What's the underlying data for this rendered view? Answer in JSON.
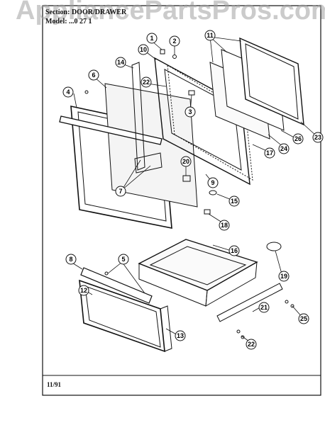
{
  "watermark": "AppliancePartsPros.com",
  "header": {
    "section_label": "Section:",
    "section_value": "DOOR/DRAWER",
    "model_label": "Model:",
    "model_value": "...0 27 1"
  },
  "footer": {
    "date": "11/91"
  },
  "callouts": [
    "1",
    "2",
    "3",
    "4",
    "5",
    "6",
    "7",
    "8",
    "9",
    "10",
    "11",
    "12",
    "13",
    "14",
    "15",
    "16",
    "17",
    "18",
    "19",
    "20",
    "21",
    "22",
    "23",
    "24",
    "25",
    "26"
  ]
}
